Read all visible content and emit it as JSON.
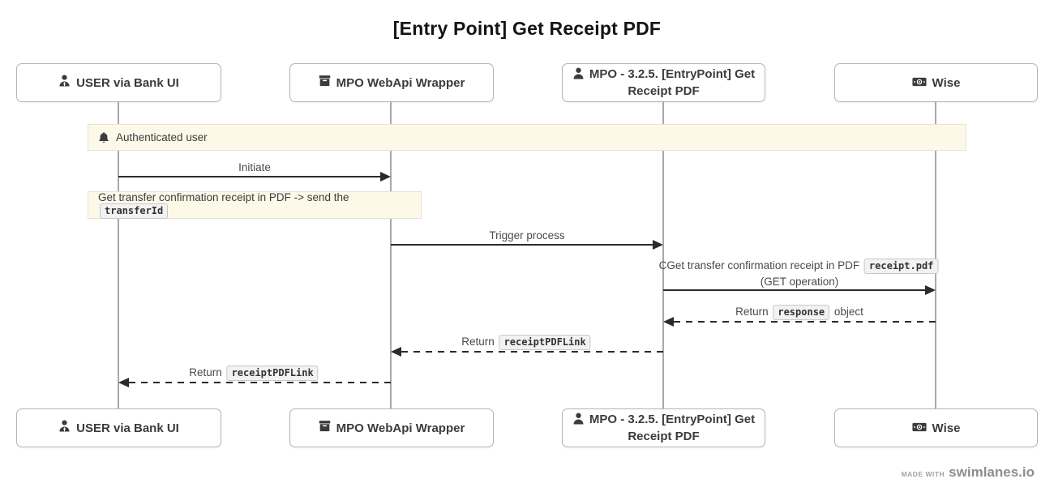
{
  "title": "[Entry Point] Get Receipt PDF",
  "actors": [
    {
      "name": "USER via Bank UI",
      "icon": "user-tie-icon"
    },
    {
      "name": "MPO WebApi Wrapper",
      "icon": "box-archive-icon"
    },
    {
      "name": "MPO - 3.2.5. [EntryPoint] Get Receipt PDF",
      "icon": "user-icon"
    },
    {
      "name": "Wise",
      "icon": "money-bill-icon"
    }
  ],
  "banner": {
    "text": "Authenticated user",
    "icon": "bell-icon"
  },
  "note": {
    "pre": "Get transfer confirmation receipt in PDF -> send the ",
    "code": "transferId"
  },
  "messages": [
    {
      "label": "Initiate",
      "style": "solid",
      "from": "USER via Bank UI",
      "to": "MPO WebApi Wrapper"
    },
    {
      "label": "Trigger process",
      "style": "solid",
      "from": "MPO WebApi Wrapper",
      "to": "MPO - 3.2.5. [EntryPoint] Get Receipt PDF"
    },
    {
      "line1_pre": "CGet transfer confirmation receipt in PDF ",
      "code": "receipt.pdf",
      "line2": "(GET operation)",
      "style": "solid",
      "from": "MPO - 3.2.5. [EntryPoint] Get Receipt PDF",
      "to": "Wise"
    },
    {
      "pre": "Return ",
      "code": "response",
      "post": " object",
      "style": "dashed",
      "from": "Wise",
      "to": "MPO - 3.2.5. [EntryPoint] Get Receipt PDF"
    },
    {
      "pre": "Return ",
      "code": "receiptPDFLink",
      "post": "",
      "style": "dashed",
      "from": "MPO - 3.2.5. [EntryPoint] Get Receipt PDF",
      "to": "MPO WebApi Wrapper"
    },
    {
      "pre": "Return ",
      "code": "receiptPDFLink",
      "post": "",
      "style": "dashed",
      "from": "MPO WebApi Wrapper",
      "to": "USER via Bank UI"
    }
  ],
  "footer": {
    "made_with": "MADE WITH",
    "brand": "swimlanes.io"
  },
  "colors": {
    "note_bg": "#fcf9e9",
    "note_border": "#e9e3cf",
    "arrow": "#2b2b2b",
    "lifeline": "#a9a9a9",
    "box_border": "#b5b5b5",
    "text": "#3b3b3b",
    "chip_bg": "#f2f2f2",
    "chip_border": "#c9c9c9"
  }
}
